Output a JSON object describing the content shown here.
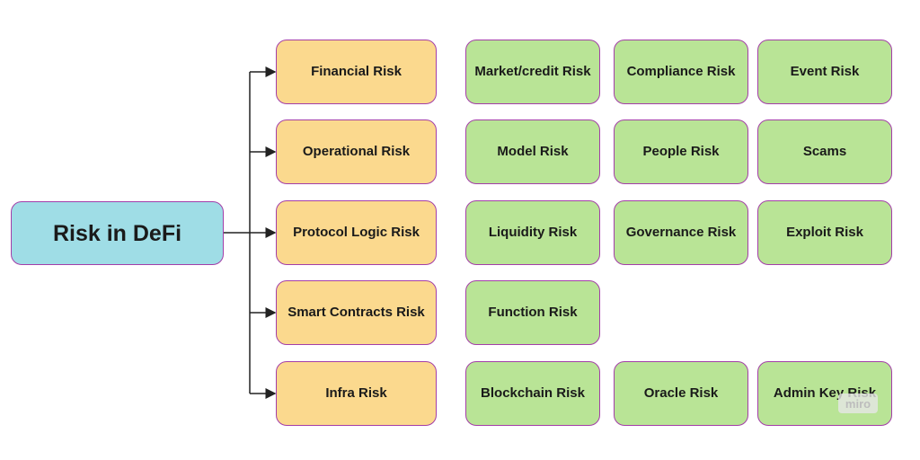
{
  "root": {
    "label": "Risk in DeFi"
  },
  "categories": [
    {
      "label": "Financial Risk",
      "children": [
        "Market/credit Risk",
        "Compliance Risk",
        "Event Risk"
      ]
    },
    {
      "label": "Operational Risk",
      "children": [
        "Model Risk",
        "People Risk",
        "Scams"
      ]
    },
    {
      "label": "Protocol Logic Risk",
      "children": [
        "Liquidity Risk",
        "Governance Risk",
        "Exploit Risk"
      ]
    },
    {
      "label": "Smart Contracts Risk",
      "children": [
        "Function Risk"
      ]
    },
    {
      "label": "Infra Risk",
      "children": [
        "Blockchain Risk",
        "Oracle Risk",
        "Admin Key Risk"
      ]
    }
  ],
  "watermark": "miro",
  "colors": {
    "root_fill": "#9fdde6",
    "category_fill": "#fbd98e",
    "leaf_fill": "#b9e496",
    "border": "#a33ea8",
    "connector": "#222222"
  }
}
